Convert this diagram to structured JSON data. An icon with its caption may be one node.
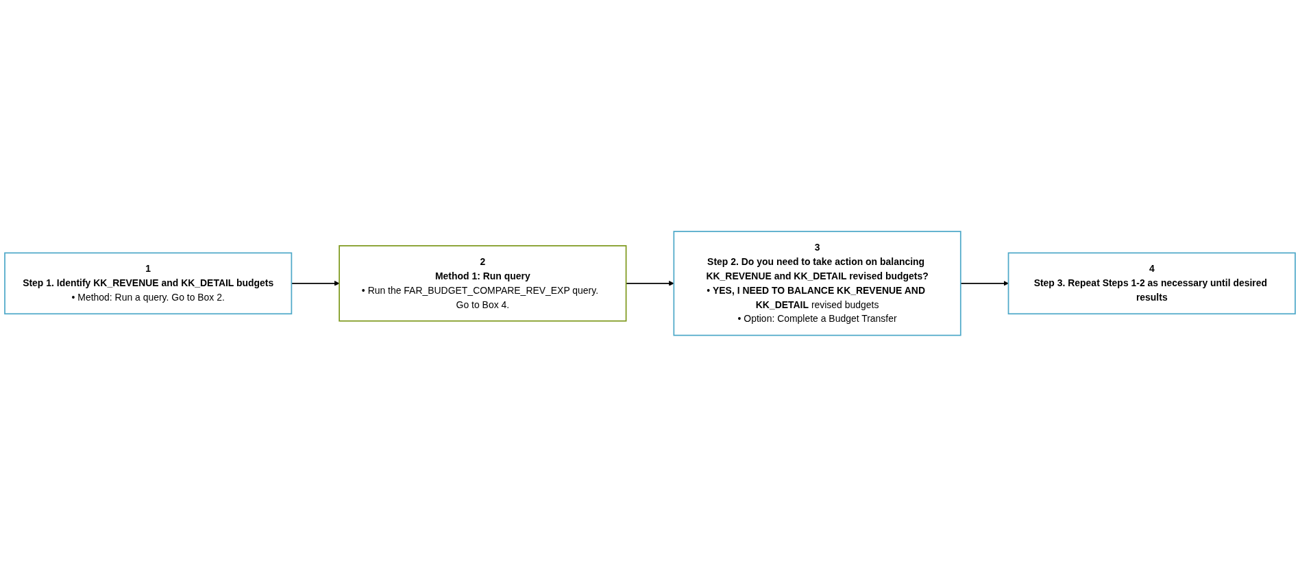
{
  "diagram": {
    "nodes": [
      {
        "text": [
          "1",
          "Step 1. Identify KK_REVENUE and KK_DETAIL budgets",
          "• Method: Run a query. Go to Box 2."
        ]
      },
      {
        "text": [
          "2",
          "Method 1: Run query",
          "• Run the FAR_BUDGET_COMPARE_REV_EXP query.  Go to Box 4."
        ]
      },
      {
        "text": [
          "3",
          "Step 2. Do you need to take action on balancing KK_REVENUE and KK_DETAIL revised budgets?",
          "• **YES, I NEED TO BALANCE KK_REVENUE AND KK_DETAIL** revised budgets",
          "• Option: Complete a Budget Transfer"
        ]
      },
      {
        "text": [
          "4",
          "Step 3. Repeat Steps 1-2 as necessary until desired results"
        ]
      }
    ],
    "edges": [
      {
        "from": 0,
        "to": 1,
        "arrow": "to"
      },
      {
        "from": 1,
        "to": 2,
        "arrow": "to"
      },
      {
        "from": 2,
        "to": 3,
        "arrow": "to"
      }
    ]
  }
}
